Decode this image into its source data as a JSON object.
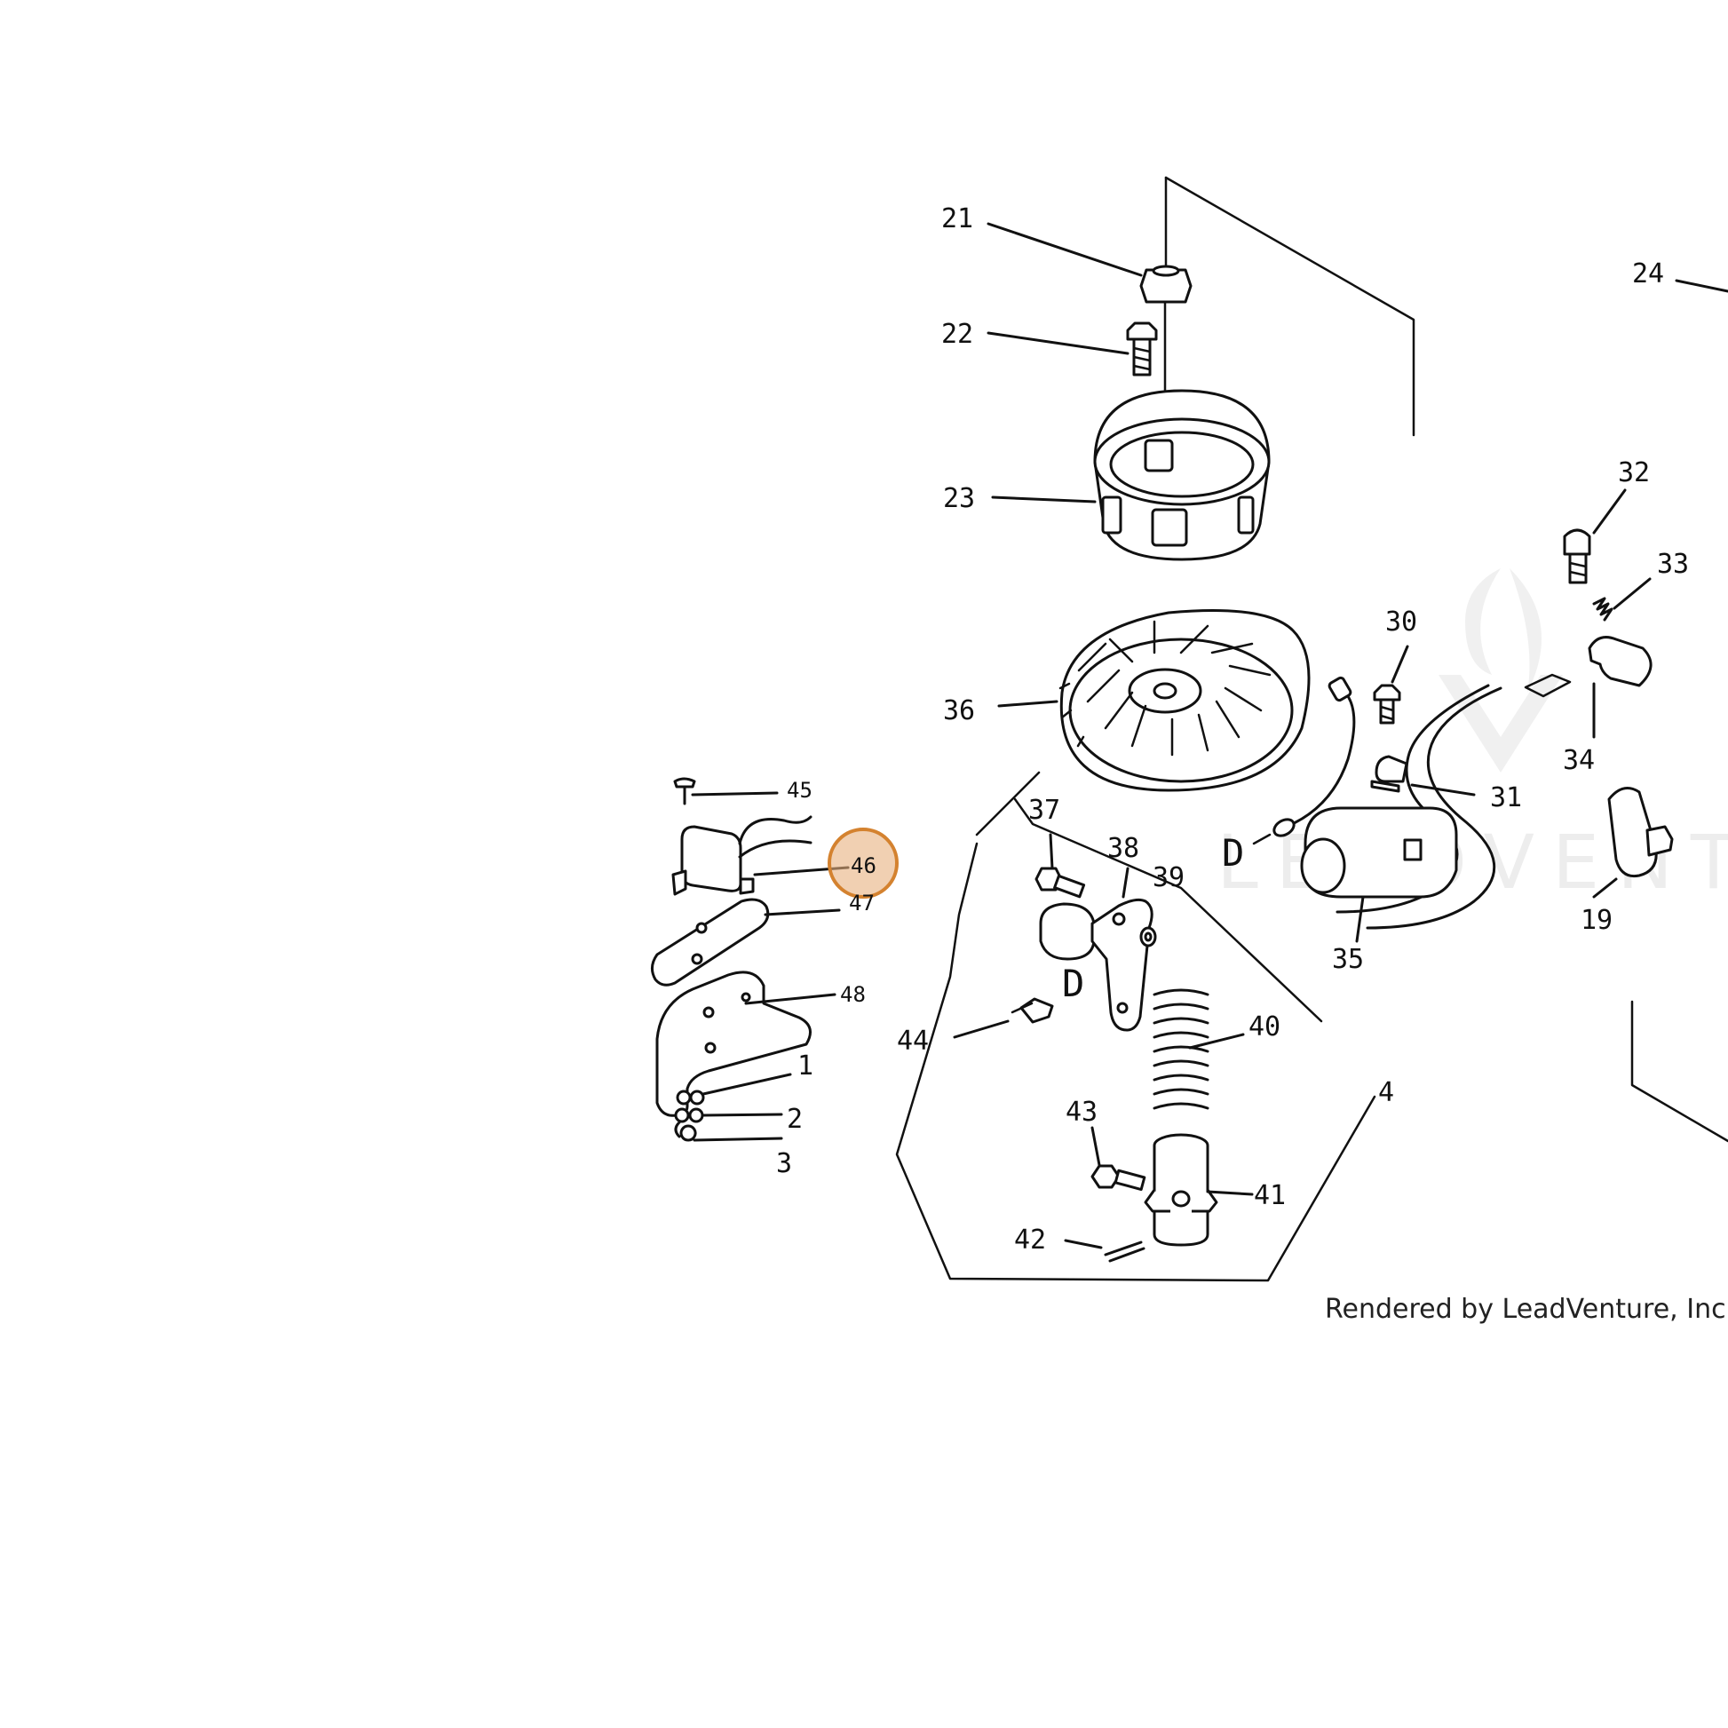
{
  "diagram": {
    "parts": [
      {
        "ref": "21"
      },
      {
        "ref": "22"
      },
      {
        "ref": "23"
      },
      {
        "ref": "24"
      },
      {
        "ref": "32"
      },
      {
        "ref": "33"
      },
      {
        "ref": "30"
      },
      {
        "ref": "36"
      },
      {
        "ref": "34"
      },
      {
        "ref": "31"
      },
      {
        "ref": "19"
      },
      {
        "ref": "35"
      },
      {
        "ref": "37"
      },
      {
        "ref": "38"
      },
      {
        "ref": "39"
      },
      {
        "ref": "40"
      },
      {
        "ref": "44"
      },
      {
        "ref": "43"
      },
      {
        "ref": "41"
      },
      {
        "ref": "42"
      },
      {
        "ref": "4"
      },
      {
        "ref": "45"
      },
      {
        "ref": "46",
        "highlighted": true
      },
      {
        "ref": "47"
      },
      {
        "ref": "48"
      },
      {
        "ref": "1"
      },
      {
        "ref": "2"
      },
      {
        "ref": "3"
      }
    ],
    "connector_labels": [
      "D",
      "D"
    ],
    "watermark": "LEADVENTUR",
    "credit": "Rendered by LeadVenture, Inc.",
    "highlight_color": "#e7b07f"
  }
}
